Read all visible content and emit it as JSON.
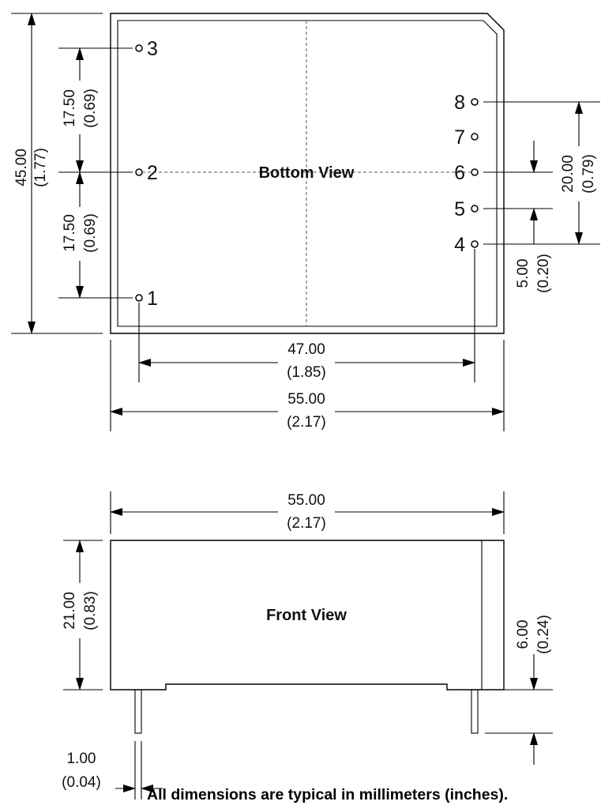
{
  "bottom_view": {
    "title": "Bottom View",
    "pins": {
      "p1": "1",
      "p2": "2",
      "p3": "3",
      "p4": "4",
      "p5": "5",
      "p6": "6",
      "p7": "7",
      "p8": "8"
    },
    "dims": {
      "height_mm": "45.00",
      "height_in": "(1.77)",
      "pitch_upper_mm": "17.50",
      "pitch_upper_in": "(0.69)",
      "pitch_lower_mm": "17.50",
      "pitch_lower_in": "(0.69)",
      "right_span_mm": "20.00",
      "right_span_in": "(0.79)",
      "right_pitch_mm": "5.00",
      "right_pitch_in": "(0.20)",
      "pin_span_mm": "47.00",
      "pin_span_in": "(1.85)",
      "width_mm": "55.00",
      "width_in": "(2.17)"
    }
  },
  "front_view": {
    "title": "Front View",
    "dims": {
      "width_mm": "55.00",
      "width_in": "(2.17)",
      "height_mm": "21.00",
      "height_in": "(0.83)",
      "pin_length_mm": "6.00",
      "pin_length_in": "(0.24)",
      "pin_dia_mm": "1.00",
      "pin_dia_in": "(0.04)"
    }
  },
  "footnote": "All dimensions are typical in millimeters (inches)."
}
